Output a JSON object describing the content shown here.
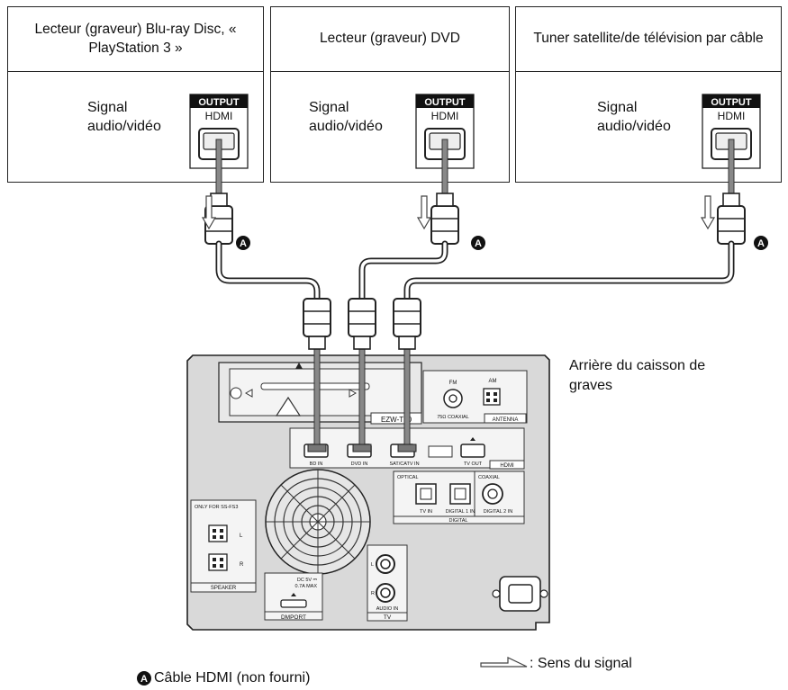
{
  "devices": [
    {
      "title": "Lecteur (graveur) Blu-ray Disc, « PlayStation 3 »",
      "signal": "Signal audio/vidéo",
      "output": "OUTPUT",
      "port": "HDMI"
    },
    {
      "title": "Lecteur (graveur) DVD",
      "signal": "Signal audio/vidéo",
      "output": "OUTPUT",
      "port": "HDMI"
    },
    {
      "title": "Tuner satellite/de télévision par câble",
      "signal": "Signal audio/vidéo",
      "output": "OUTPUT",
      "port": "HDMI"
    }
  ],
  "callout": "A",
  "subwoofer_label": "Arrière du caisson de graves",
  "panel": {
    "model": "EZW-T10",
    "fm": "FM",
    "am": "AM",
    "coaxial_75": "75Ω COAXIAL",
    "antenna": "ANTENNA",
    "hdmi_ports": [
      "BD IN",
      "DVD IN",
      "SAT/CATV IN",
      "TV OUT"
    ],
    "hdmi": "HDMI",
    "optical": "OPTICAL",
    "coaxial": "COAXIAL",
    "tv_in": "TV IN",
    "digital1": "DIGITAL 1 IN",
    "digital2": "DIGITAL 2 IN",
    "digital": "DIGITAL",
    "only_for": "ONLY FOR SS-FS3",
    "speaker_l": "L",
    "speaker_r": "R",
    "speaker": "SPEAKER",
    "dc": "DC 5V ⎓",
    "dc_max": "0.7A MAX",
    "dmport": "DMPORT",
    "audio_l": "L",
    "audio_r": "R",
    "audio_in": "AUDIO IN",
    "tv": "TV"
  },
  "legend": {
    "signal_direction": ": Sens du signal",
    "cable": "Câble HDMI (non fourni)"
  }
}
